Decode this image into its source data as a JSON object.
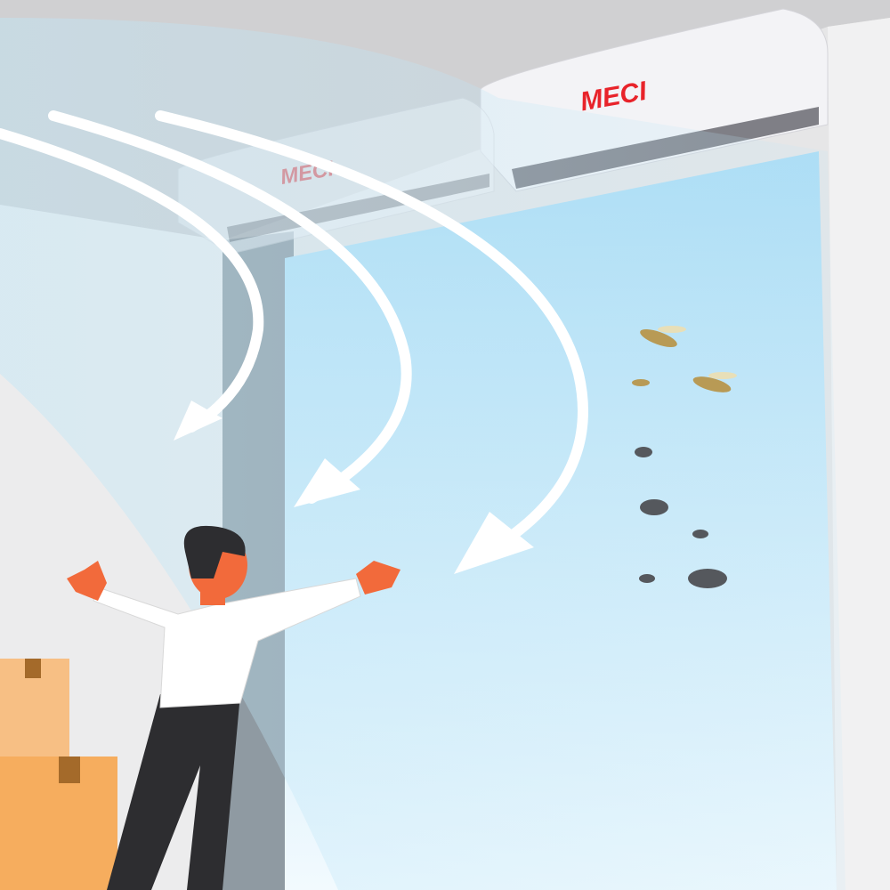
{
  "illustration": {
    "brand_logo": "MECI",
    "colors": {
      "logo_red": "#e8232a",
      "air_curtain_body": "#f3f3f6",
      "airflow_blue": "#bfe6f7",
      "skin": "#f26a3b",
      "box": "#f6ad5e"
    },
    "icons": [
      "air-curtain-unit",
      "airflow-arrow",
      "person",
      "cardboard-box",
      "insect"
    ]
  }
}
